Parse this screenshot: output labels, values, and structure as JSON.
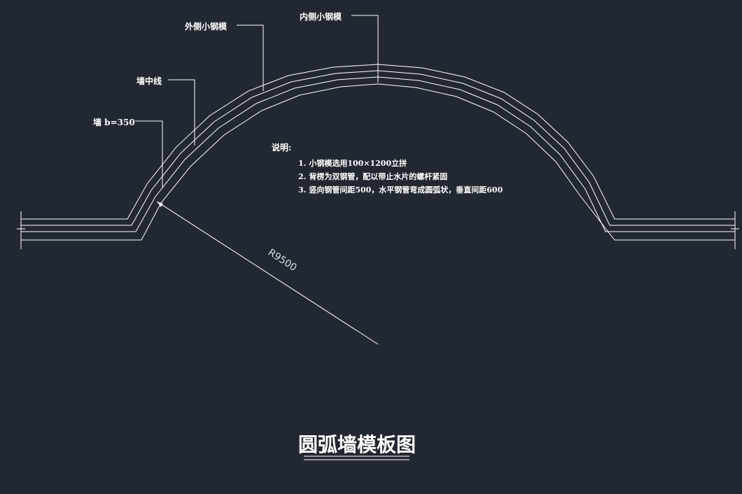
{
  "drawing": {
    "title": "圆弧墙模板图",
    "colors": {
      "background": "#222831",
      "line": "#ffffff"
    },
    "labels": {
      "inner_formwork": "内侧小钢模",
      "outer_formwork": "外侧小钢模",
      "wall_centerline": "墙中线",
      "wall_thickness": "墙 b=350"
    },
    "dimension": {
      "radius_text": "R9500"
    },
    "notes": {
      "heading": "说明:",
      "items": [
        "1. 小钢模选用100×1200立拼",
        "2. 背楞为双钢管，配以带止水片的螺杆紧固",
        "3. 竖向钢管间距500，水平钢管弯成圆弧状，垂直间距600"
      ]
    }
  }
}
